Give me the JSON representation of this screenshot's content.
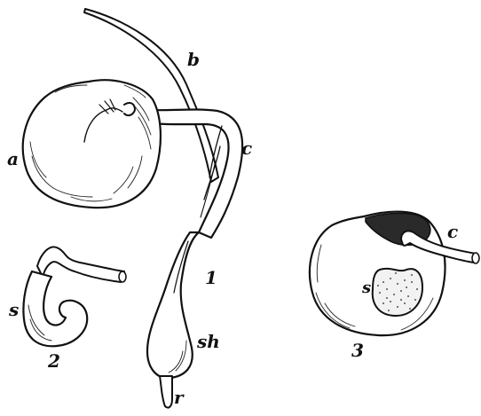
{
  "labels": {
    "a": "a",
    "b": "b",
    "c1": "c",
    "one": "1",
    "sh": "sh",
    "r": "r",
    "s2": "s",
    "two": "2",
    "c3": "c",
    "s3": "s",
    "three": "3"
  }
}
